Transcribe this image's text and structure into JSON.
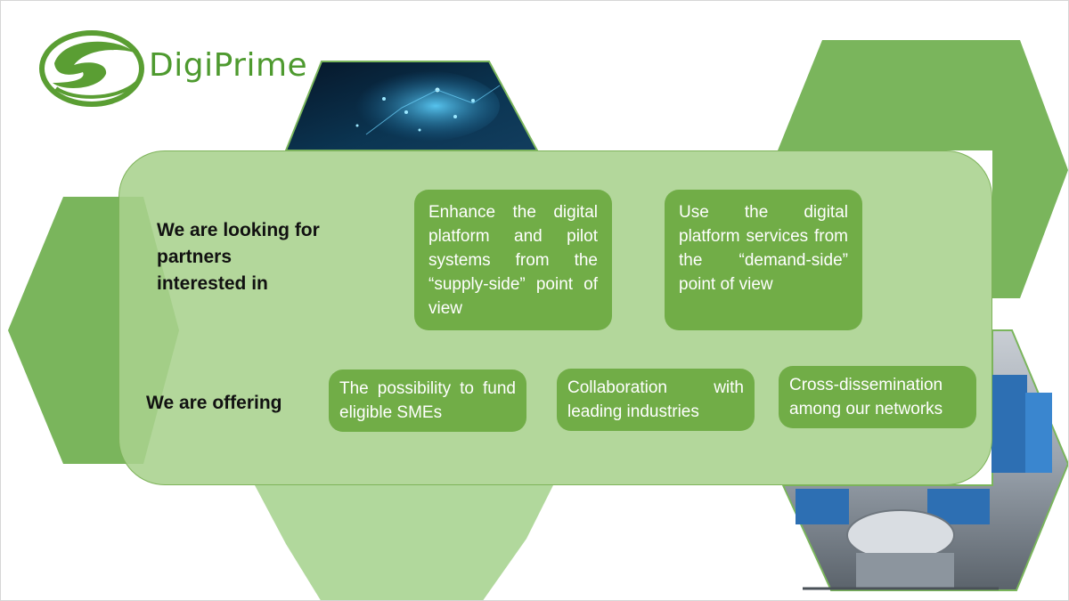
{
  "brand": {
    "name": "DigiPrime"
  },
  "looking": {
    "label": "We are looking for partners interested in",
    "items": [
      "Enhance the digital platform and pilot systems from the “supply-side” point of view",
      "Use the digital platform services from the “demand-side” point of view"
    ]
  },
  "offering": {
    "label": "We are offering",
    "items": [
      "The possibility to fund eligible SMEs",
      "Collaboration with leading industries",
      "Cross-dissemination among our networks"
    ]
  },
  "colors": {
    "primary_green": "#71ad47",
    "light_green": "#a9d18e",
    "hex_green": "#7ab55c"
  }
}
